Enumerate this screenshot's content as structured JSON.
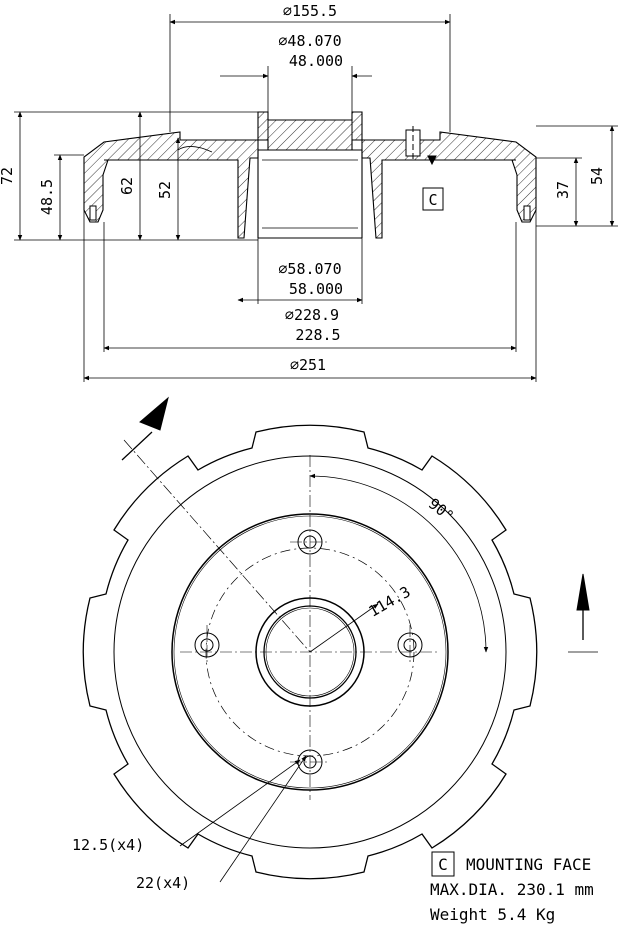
{
  "section_view": {
    "dims": {
      "d_outer_hub_face": "155.5",
      "d_bore_max": "48.070",
      "d_bore_min": "48.000",
      "d_spigot_max": "58.070",
      "d_spigot_min": "58.000",
      "d_drum_max": "228.9",
      "d_drum_min": "228.5",
      "d_overall": "251",
      "h_total": "72",
      "h_48_5": "48.5",
      "h_62": "62",
      "h_52": "52",
      "h_37": "37",
      "h_54": "54"
    },
    "datum_label": "C"
  },
  "front_view": {
    "pcd": "114.3",
    "angle": "90°",
    "hole_small": "12.5(x4)",
    "hole_large": "22(x4)",
    "bolt_holes": 4
  },
  "legend": {
    "datum_box": "C",
    "mounting_face": "MOUNTING FACE",
    "max_dia": "MAX.DIA. 230.1 mm",
    "weight": "Weight 5.4 Kg"
  },
  "colors": {
    "line": "#000000",
    "background": "#ffffff"
  }
}
